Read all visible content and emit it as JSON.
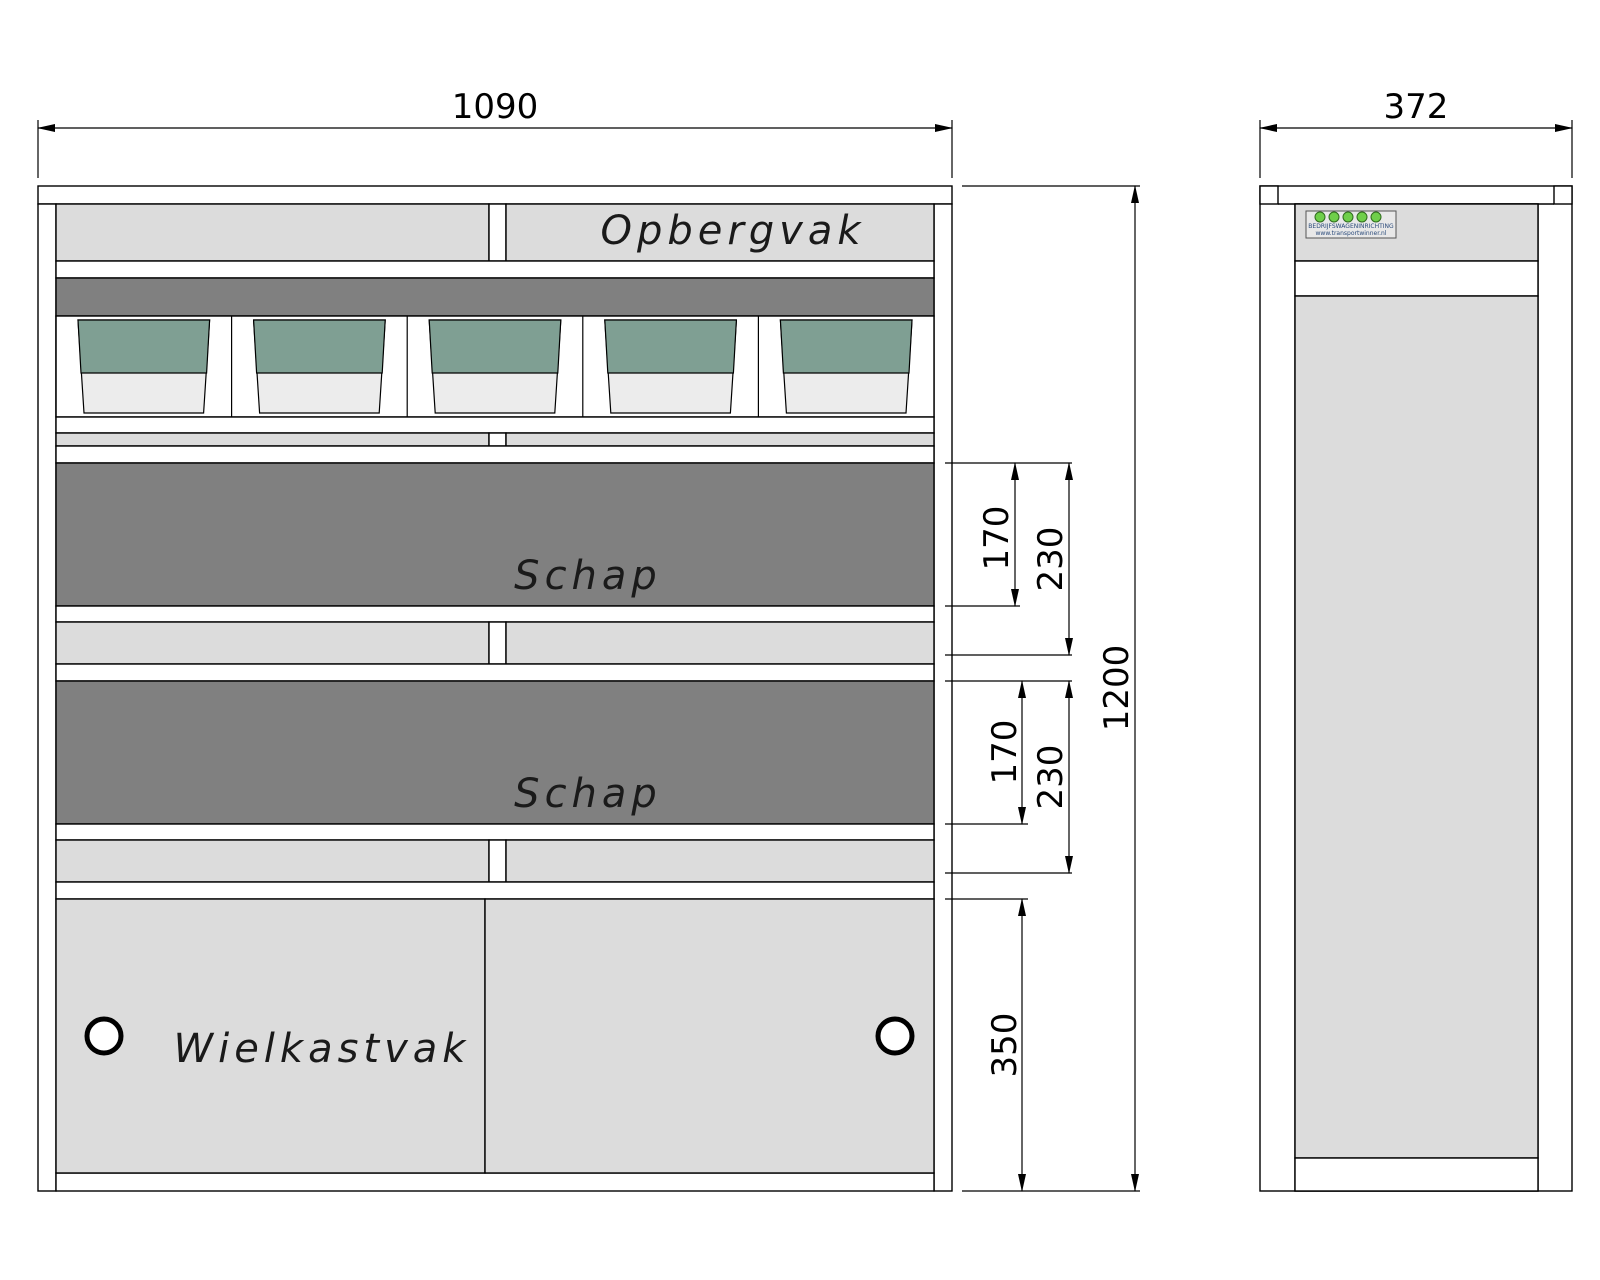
{
  "front_view": {
    "dimensions": {
      "width": "1090",
      "total_height": "1200",
      "shelf1_inner": "170",
      "shelf1_outer": "230",
      "shelf2_inner": "170",
      "shelf2_outer": "230",
      "wheel_bay": "350"
    },
    "labels": {
      "storage": "Opbergvak",
      "shelf1": "Schap",
      "shelf2": "Schap",
      "wheel_bay": "Wielkastvak"
    },
    "bins_count": 5
  },
  "side_view": {
    "dimensions": {
      "depth": "372"
    },
    "logo": {
      "line1": "BEDRIJFSWAGENINRICHTING",
      "line2": "www.transportwinner.nl"
    }
  },
  "colors": {
    "panel": "#dcdcdc",
    "shelf": "#808080",
    "bin": "#7f9f93",
    "line": "#000000"
  }
}
